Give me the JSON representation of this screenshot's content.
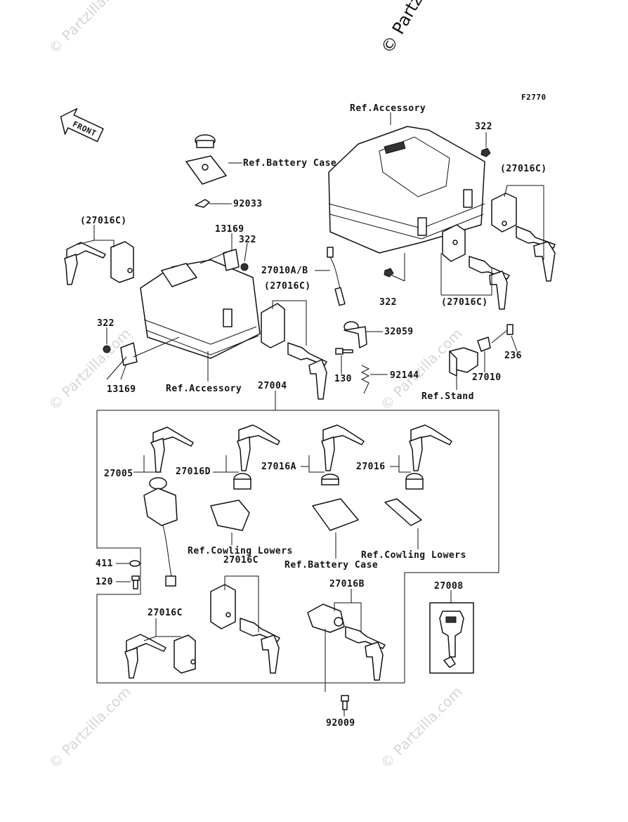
{
  "watermark": "© Partzilla.com",
  "copyright": "© Partzilla",
  "figure_code": "F2770",
  "front_label": "FRONT",
  "labels": {
    "ref_accessory_top": "Ref.Accessory",
    "nut_322_a": "322",
    "kit_27016c_a": "(27016C)",
    "ref_battery_case_top": "Ref.Battery Case",
    "clip_92033": "92033",
    "kit_27016c_b": "(27016C)",
    "plate_13169_a": "13169",
    "nut_322_b": "322",
    "switch_27010ab": "27010A/B",
    "kit_27016c_c": "(27016C)",
    "nut_322_c": "322",
    "kit_27016c_d": "(27016C)",
    "bracket_32059": "32059",
    "nut_322_d": "322",
    "plate_13169_b": "13169",
    "ref_accessory_mid": "Ref.Accessory",
    "set_27004": "27004",
    "bolt_130": "130",
    "spring_92144": "92144",
    "bolt_236": "236",
    "switch_27010": "27010",
    "ref_stand": "Ref.Stand",
    "ign_27005": "27005",
    "lock_27016d": "27016D",
    "lock_27016a": "27016A",
    "lock_27016": "27016",
    "ref_cowling_lowers_a": "Ref.Cowling Lowers",
    "ref_cowling_lowers_b": "Ref.Cowling Lowers",
    "ref_battery_case_bottom": "Ref.Battery Case",
    "washer_411": "411",
    "screw_120": "120",
    "lock_27016c_e": "27016C",
    "lock_27016b": "27016B",
    "key_27008": "27008",
    "lock_27016c_f": "27016C",
    "bolt_92009": "92009"
  }
}
